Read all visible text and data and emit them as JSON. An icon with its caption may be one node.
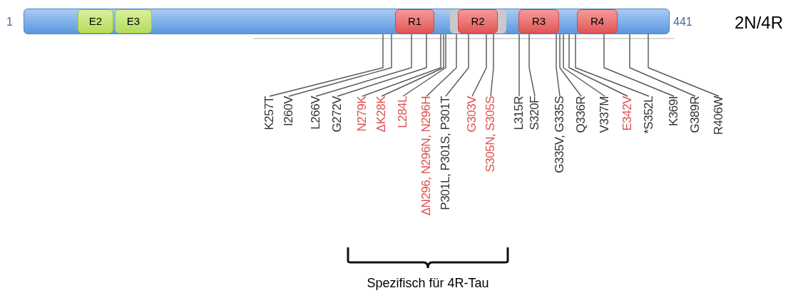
{
  "diagram": {
    "nodes": [
      {
        "text": [],
        "shape": "bar"
      },
      {
        "text": [
          "E2"
        ],
        "in": 0
      },
      {
        "text": [
          "E3"
        ],
        "in": 0
      },
      {
        "text": [
          "R1"
        ],
        "in": 0
      },
      {
        "text": [
          "R2"
        ],
        "in": 0
      },
      {
        "text": [
          "R3"
        ],
        "in": 0
      },
      {
        "text": [
          "R4"
        ],
        "in": 0
      },
      {
        "text": [
          "K257T"
        ]
      },
      {
        "text": [
          "I260V"
        ]
      },
      {
        "text": [
          "L266V"
        ]
      },
      {
        "text": [
          "G272V"
        ]
      },
      {
        "text": [
          "N279K"
        ]
      },
      {
        "text": [
          "ΔK28K"
        ]
      },
      {
        "text": [
          "L284L"
        ]
      },
      {
        "text": [
          "ΔN296, N296N, N296H"
        ]
      },
      {
        "text": [
          "P301L, P301S, P301T"
        ]
      },
      {
        "text": [
          "G303V"
        ]
      },
      {
        "text": [
          "S305N, S305S"
        ]
      },
      {
        "text": [
          "L315R"
        ]
      },
      {
        "text": [
          "S320F"
        ]
      },
      {
        "text": [
          "G335V, G335S"
        ]
      },
      {
        "text": [
          "Q336R"
        ]
      },
      {
        "text": [
          "V337M"
        ]
      },
      {
        "text": [
          "E342V"
        ]
      },
      {
        "text": [
          "*S352L"
        ]
      },
      {
        "text": [
          "K369I"
        ]
      },
      {
        "text": [
          "G389R"
        ]
      },
      {
        "text": [
          "R406W"
        ]
      }
    ],
    "edges": [
      {
        "from": 7,
        "to": 0,
        "arrow": "none"
      },
      {
        "from": 8,
        "to": 0,
        "arrow": "none"
      },
      {
        "from": 9,
        "to": 0,
        "arrow": "none"
      },
      {
        "from": 10,
        "to": 0,
        "arrow": "none"
      },
      {
        "from": 11,
        "to": 0,
        "arrow": "none"
      },
      {
        "from": 12,
        "to": 0,
        "arrow": "none"
      },
      {
        "from": 13,
        "to": 0,
        "arrow": "none"
      },
      {
        "from": 14,
        "to": 0,
        "arrow": "none"
      },
      {
        "from": 15,
        "to": 0,
        "arrow": "none"
      },
      {
        "from": 16,
        "to": 0,
        "arrow": "none"
      },
      {
        "from": 17,
        "to": 0,
        "arrow": "none"
      },
      {
        "from": 18,
        "to": 0,
        "arrow": "none"
      },
      {
        "from": 19,
        "to": 0,
        "arrow": "none"
      },
      {
        "from": 20,
        "to": 0,
        "arrow": "none"
      },
      {
        "from": 21,
        "to": 0,
        "arrow": "none"
      },
      {
        "from": 22,
        "to": 0,
        "arrow": "none"
      },
      {
        "from": 23,
        "to": 0,
        "arrow": "none"
      },
      {
        "from": 24,
        "to": 0,
        "arrow": "none"
      },
      {
        "from": 25,
        "to": 0,
        "arrow": "none"
      },
      {
        "from": 26,
        "to": 0,
        "arrow": "none"
      },
      {
        "from": 27,
        "to": 0,
        "arrow": "none"
      }
    ],
    "labels": [
      "1",
      "441",
      "2N/4R",
      "Spezifisch für 4R-Tau"
    ]
  }
}
